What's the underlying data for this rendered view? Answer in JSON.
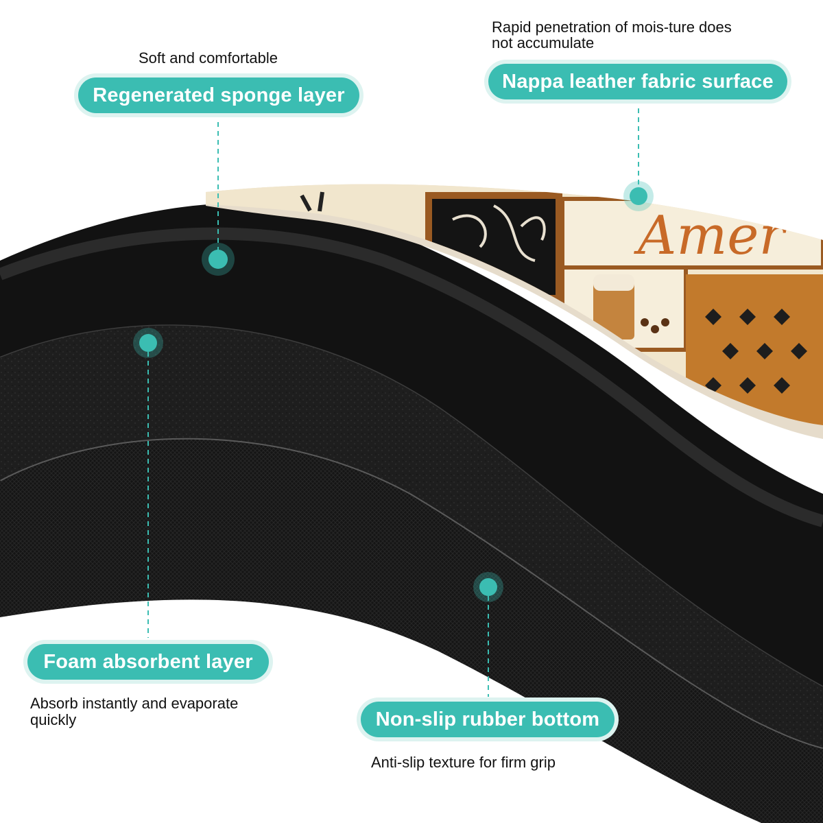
{
  "callouts": {
    "sponge": {
      "label": "Regenerated sponge layer",
      "desc": "Soft and comfortable"
    },
    "nappa": {
      "label": "Nappa leather fabric surface",
      "desc_line1": "Rapid penetration of mois-ture does",
      "desc_line2": "not accumulate"
    },
    "foam": {
      "label": "Foam absorbent layer",
      "desc_line1": "Absorb instantly and evaporate",
      "desc_line2": "quickly"
    },
    "rubber": {
      "label": "Non-slip rubber bottom",
      "desc": "Anti-slip texture for firm grip"
    }
  },
  "colors": {
    "accent": "#3bbdb2",
    "accent_light": "#ddf3f0",
    "mat": "#1b1b1b",
    "print_cream": "#f1e6cd",
    "print_brown": "#9a5a22"
  },
  "artwork_lettering": "Amer"
}
